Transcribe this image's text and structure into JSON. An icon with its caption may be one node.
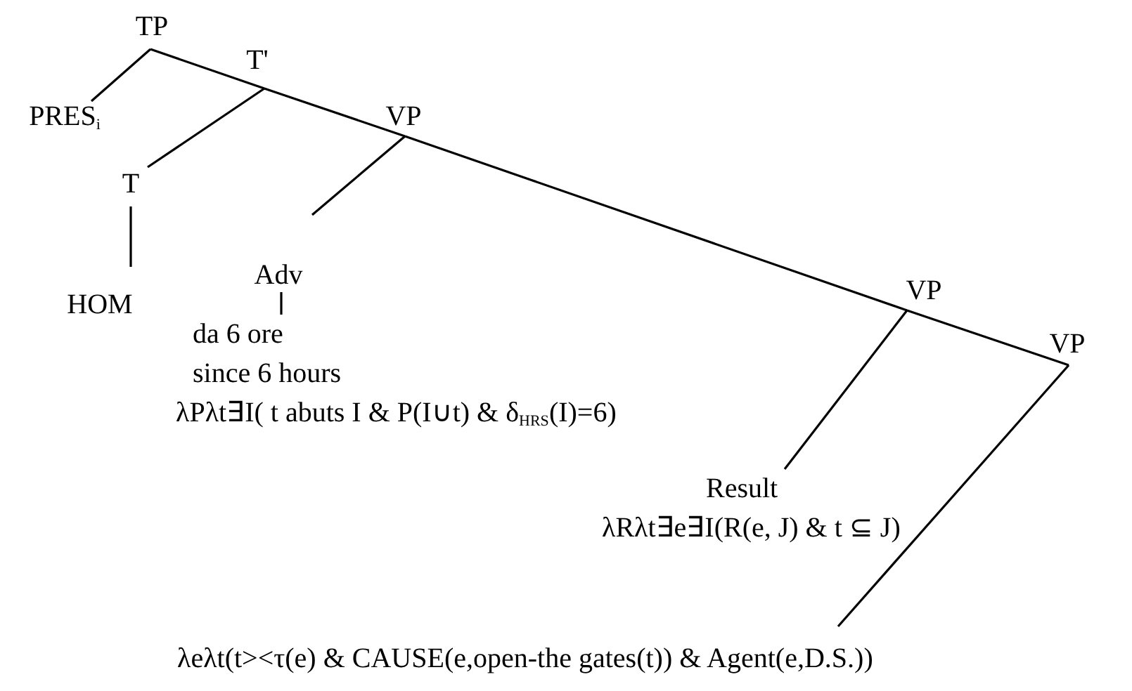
{
  "diagram": {
    "nodes": [
      {
        "text": [
          "TP"
        ]
      },
      {
        "text": [
          "PRES$_{i}$"
        ]
      },
      {
        "text": [
          "T'"
        ]
      },
      {
        "text": [
          "T"
        ]
      },
      {
        "text": [
          "HOM"
        ]
      },
      {
        "text": [
          "VP"
        ]
      },
      {
        "text": [
          "Adv"
        ]
      },
      {
        "text": [
          "da 6 ore",
          "since 6 hours"
        ],
        "beside": [
          "λPλt∃I( t abuts I & P(I∪t) & δ$_{HRS}$(I)=6)"
        ]
      },
      {
        "text": [
          "VP"
        ]
      },
      {
        "text": [
          "Result"
        ],
        "beside": [
          "λRλt∃e∃I(R(e, J) & t ⊆ J)"
        ]
      },
      {
        "text": [
          "VP"
        ]
      },
      {
        "text": [
          "λeλt(t><τ(e) & CAUSE(e,open-the gates(t)) & Agent(e,D.S.))"
        ]
      }
    ],
    "edges": [
      {
        "from": 0,
        "to": 1,
        "arrow": "none"
      },
      {
        "from": 0,
        "to": 2,
        "arrow": "none"
      },
      {
        "from": 2,
        "to": 3,
        "arrow": "none"
      },
      {
        "from": 2,
        "to": 5,
        "arrow": "none"
      },
      {
        "from": 3,
        "to": 4,
        "arrow": "none"
      },
      {
        "from": 5,
        "to": 6,
        "arrow": "none"
      },
      {
        "from": 5,
        "to": 8,
        "arrow": "none"
      },
      {
        "from": 6,
        "to": 7,
        "arrow": "none"
      },
      {
        "from": 8,
        "to": 9,
        "arrow": "none"
      },
      {
        "from": 8,
        "to": 10,
        "arrow": "none"
      },
      {
        "from": 10,
        "to": 11,
        "arrow": "none"
      }
    ]
  }
}
